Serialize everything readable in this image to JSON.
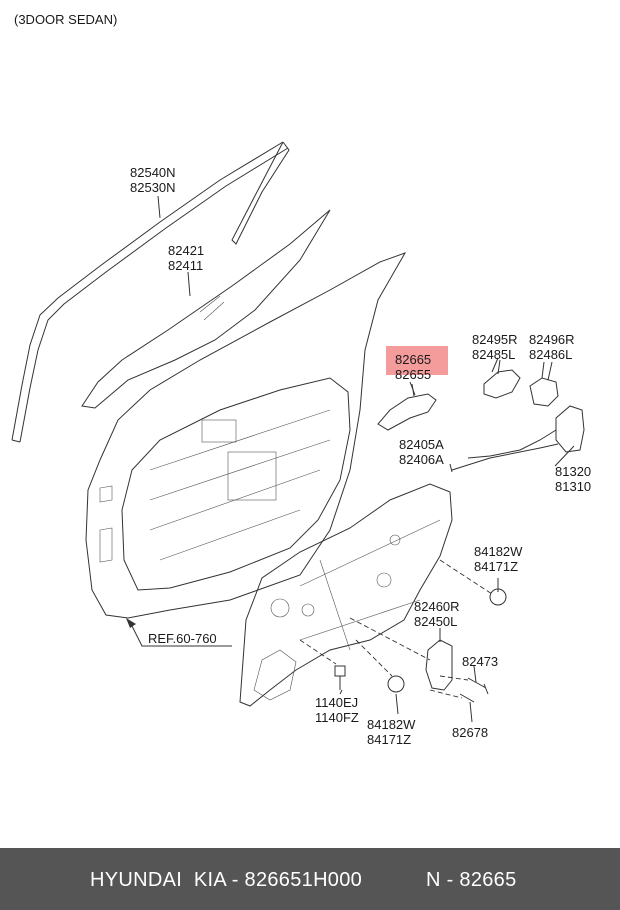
{
  "header": {
    "variant": "(3DOOR SEDAN)"
  },
  "parts": {
    "run_channel": [
      "82540N",
      "82530N"
    ],
    "glass": [
      "82421",
      "82411"
    ],
    "handle_highlight": "82665",
    "handle": "82655",
    "hinge_right": [
      "82495R",
      "82485L"
    ],
    "hinge_left": [
      "82496R",
      "82486L"
    ],
    "rod": [
      "82405A",
      "82406A"
    ],
    "latch": [
      "81320",
      "81310"
    ],
    "plug_upper": [
      "84182W",
      "84171Z"
    ],
    "regulator": [
      "82460R",
      "82450L"
    ],
    "bolt": "82473",
    "bolt_ej": [
      "1140EJ",
      "1140FZ"
    ],
    "plug_lower": [
      "84182W",
      "84171Z"
    ],
    "screw": "82678",
    "ref": "REF.60-760"
  },
  "footer": {
    "brand": "HYUNDAI  KIA - 826651H000",
    "code": "N - 82665"
  },
  "colors": {
    "highlight": "#f28b8b",
    "footer_bg": "#555555",
    "footer_text": "#ffffff"
  }
}
